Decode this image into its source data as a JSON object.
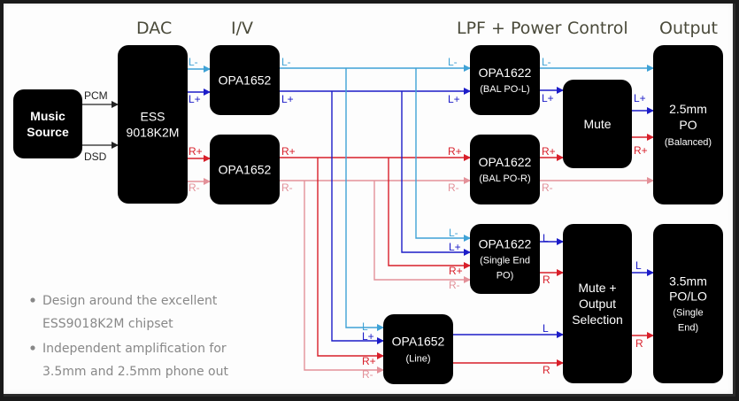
{
  "colors": {
    "l_minus": "#3fa2d6",
    "l_plus": "#1c1cc8",
    "r_plus": "#d81f2a",
    "r_minus": "#e39199",
    "block": "#000000",
    "header_text": "#4a4a3a",
    "bullet_text": "#888888"
  },
  "headers": {
    "dac": "DAC",
    "iv": "I/V",
    "lpf": "LPF + Power",
    "control": "Control",
    "output": "Output"
  },
  "blocks": {
    "music_source": [
      "Music",
      "Source"
    ],
    "dac": [
      "ESS",
      "9018K2M"
    ],
    "iv_l": [
      "OPA1652"
    ],
    "iv_r": [
      "OPA1652"
    ],
    "bal_l": [
      "OPA1622",
      "(BAL PO-L)"
    ],
    "bal_r": [
      "OPA1622",
      "(BAL PO-R)"
    ],
    "se": [
      "OPA1622",
      "(Single End",
      "PO)"
    ],
    "line": [
      "OPA1652",
      "(Line)"
    ],
    "mute": [
      "Mute"
    ],
    "mute_sel": [
      "Mute +",
      "Output",
      "Selection"
    ],
    "out_25": [
      "2.5mm",
      "PO",
      "(Balanced)"
    ],
    "out_35": [
      "3.5mm",
      "PO/LO",
      "(Single",
      "End)"
    ]
  },
  "signals": {
    "pcm": "PCM",
    "dsd": "DSD",
    "l_minus": "L-",
    "l_plus": "L+",
    "r_plus": "R+",
    "r_minus": "R-",
    "l": "L",
    "r": "R"
  },
  "bullets": [
    [
      "Design around the excellent",
      "ESS9018K2M chipset"
    ],
    [
      "Independent amplification for",
      "3.5mm and 2.5mm phone out"
    ]
  ]
}
